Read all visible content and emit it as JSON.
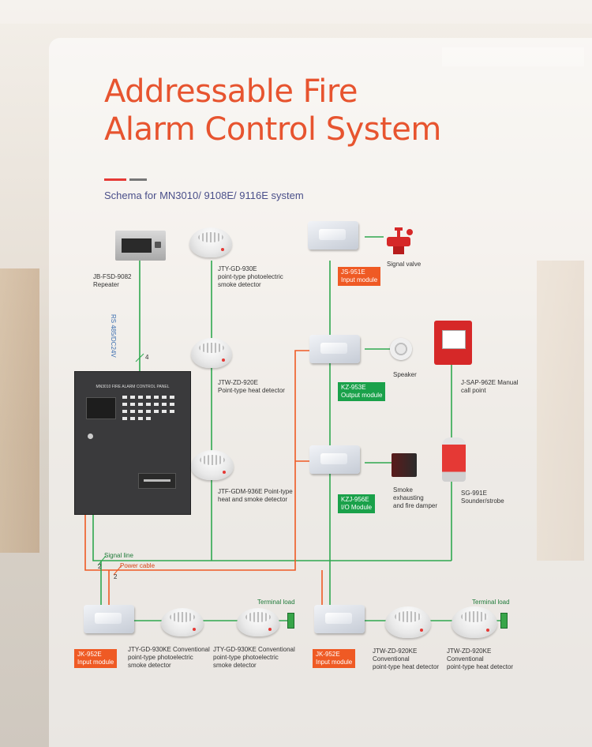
{
  "title": {
    "line1": "Addressable Fire",
    "line2": "Alarm Control System"
  },
  "subtitle": "Schema for MN3010/ 9108E/ 9116E system",
  "colors": {
    "title": "#e7542f",
    "red_tag": "#ef5a24",
    "green_tag": "#1aa14a",
    "signal_line": "#2fa84f",
    "power_cable": "#ef5a24"
  },
  "panel": {
    "name": "MN3010 FIRE ALARM CONTROL PANEL"
  },
  "labels": {
    "repeater": "JB-FSD-9082\nRepeater",
    "rs485": "RS 485/DC24V",
    "rs485_count": "4",
    "smoke_detector": "JTY-GD-930E\npoint-type photoelectric\nsmoke detector",
    "heat_detector": "JTW-ZD-920E\nPoint-type heat detector",
    "heat_smoke_detector": "JTF-GDM-936E Point-type\nheat and smoke detector",
    "signal_valve": "Signal valve",
    "speaker": "Speaker",
    "call_point": "J-SAP-962E Manual\ncall point",
    "damper": "Smoke\nexhausting\nand fire damper",
    "sounder": "SG-991E\nSounder/strobe",
    "signal_line": "Signal line",
    "signal_count": "2",
    "power_cable": "Power cable",
    "power_count": "2",
    "terminal_load_1": "Terminal load",
    "terminal_load_2": "Terminal load",
    "conv_smoke_1": "JTY-GD-930KE Conventional\npoint-type photoelectric\nsmoke detector",
    "conv_smoke_2": "JTY-GD-930KE Conventional\npoint-type photoelectric\nsmoke detector",
    "conv_heat_1": "JTW-ZD-920KE\nConventional\npoint-type heat detector",
    "conv_heat_2": "JTW-ZD-920KE\nConventional\npoint-type heat detector"
  },
  "tags": {
    "js951e": "JS-951E\nInput module",
    "kz953e": "KZ-953E\nOutput module",
    "kzj956e": "KZJ-956E\nI/O Module",
    "jk952e_1": "JK-952E\nInput module",
    "jk952e_2": "JK-952E\nInput module"
  },
  "icons": {
    "valve": "signal-valve-icon",
    "speaker": "speaker-icon",
    "callpoint": "manual-call-point-icon",
    "sounder": "sounder-strobe-icon",
    "damper": "fire-damper-icon"
  }
}
